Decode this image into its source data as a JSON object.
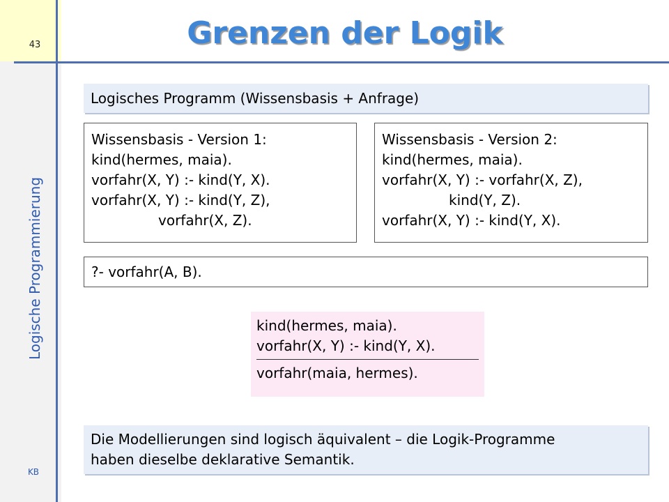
{
  "slide": {
    "number": "43",
    "title": "Grenzen der Logik",
    "sidebar_title": "Logische Programmierung",
    "footer": "KB"
  },
  "program_header": "Logisches Programm (Wissensbasis + Anfrage)",
  "kb1": {
    "heading": "Wissensbasis - Version 1:",
    "lines": [
      "kind(hermes, maia).",
      "vorfahr(X, Y) :- kind(Y, X).",
      "vorfahr(X, Y) :- kind(Y, Z),",
      "vorfahr(X, Z)."
    ]
  },
  "kb2": {
    "heading": "Wissensbasis - Version 2:",
    "lines": [
      "kind(hermes, maia).",
      "vorfahr(X, Y) :- vorfahr(X, Z),",
      "kind(Y, Z).",
      "vorfahr(X, Y) :- kind(Y, X)."
    ]
  },
  "query": "?- vorfahr(A, B).",
  "inference": {
    "premises": [
      "kind(hermes, maia).",
      "vorfahr(X, Y) :- kind(Y, X)."
    ],
    "conclusion": "vorfahr(maia, hermes)."
  },
  "conclusion_text": [
    "Die Modellierungen sind logisch äquivalent – die Logik-Programme",
    "haben dieselbe deklarative Semantik."
  ]
}
